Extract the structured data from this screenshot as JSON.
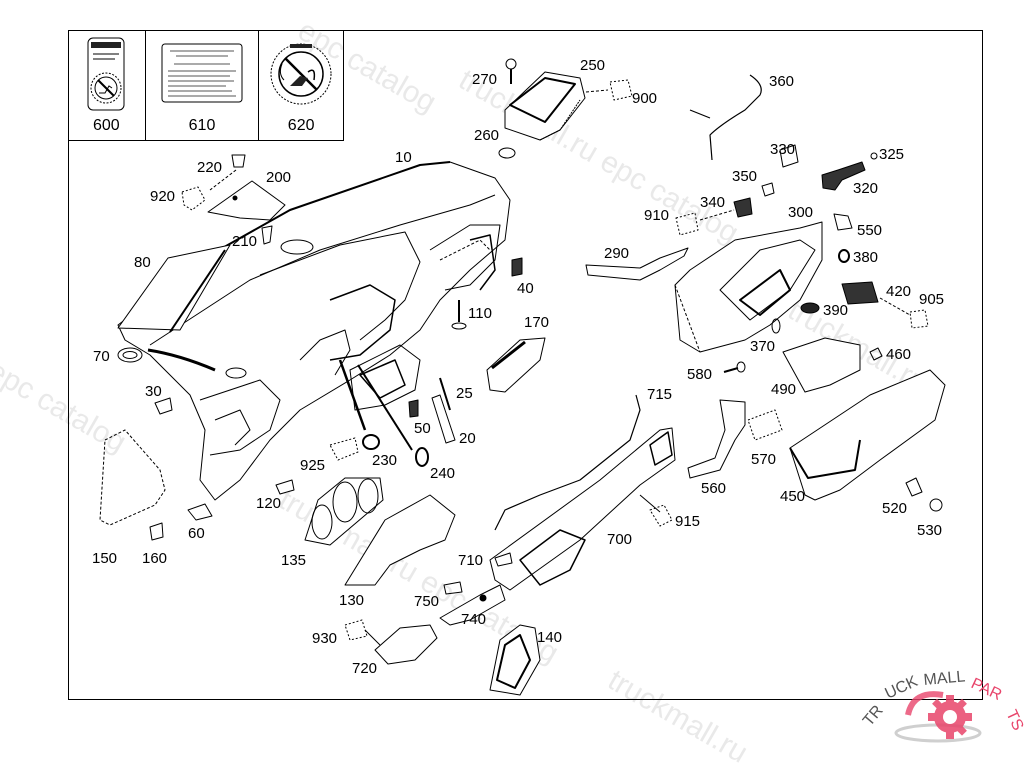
{
  "diagram": {
    "title": "Dashboard / instrument panel exploded parts diagram",
    "label_inset": [
      {
        "part": "600",
        "icon": "airbag-child-seat-warning-label-icon"
      },
      {
        "part": "610",
        "icon": "text-warning-label-icon"
      },
      {
        "part": "620",
        "icon": "airbag-no-child-seat-label-icon"
      }
    ],
    "callouts": {
      "p10": "10",
      "p20": "20",
      "p25": "25",
      "p30": "30",
      "p40": "40",
      "p50": "50",
      "p60": "60",
      "p70": "70",
      "p80": "80",
      "p110": "110",
      "p120": "120",
      "p130": "130",
      "p135": "135",
      "p140": "140",
      "p150": "150",
      "p160": "160",
      "p170": "170",
      "p200": "200",
      "p210": "210",
      "p220": "220",
      "p230": "230",
      "p240": "240",
      "p250": "250",
      "p260": "260",
      "p270": "270",
      "p290": "290",
      "p300": "300",
      "p320": "320",
      "p325": "325",
      "p330": "330",
      "p340": "340",
      "p350": "350",
      "p360": "360",
      "p370": "370",
      "p380": "380",
      "p390": "390",
      "p420": "420",
      "p450": "450",
      "p460": "460",
      "p490": "490",
      "p520": "520",
      "p530": "530",
      "p550": "550",
      "p560": "560",
      "p570": "570",
      "p580": "580",
      "p700": "700",
      "p710": "710",
      "p715": "715",
      "p720": "720",
      "p740": "740",
      "p750": "750",
      "p900": "900",
      "p905": "905",
      "p910": "910",
      "p915": "915",
      "p920": "920",
      "p925": "925",
      "p930": "930"
    }
  },
  "watermarks": [
    "epc catalog",
    "truckmall.ru",
    "truckmall.ru epc catalog"
  ],
  "logo": {
    "text_dark": "TRUCKMALL",
    "text_accent": "PARTS",
    "accent_color": "#e8456b",
    "dark_color": "#555555"
  }
}
